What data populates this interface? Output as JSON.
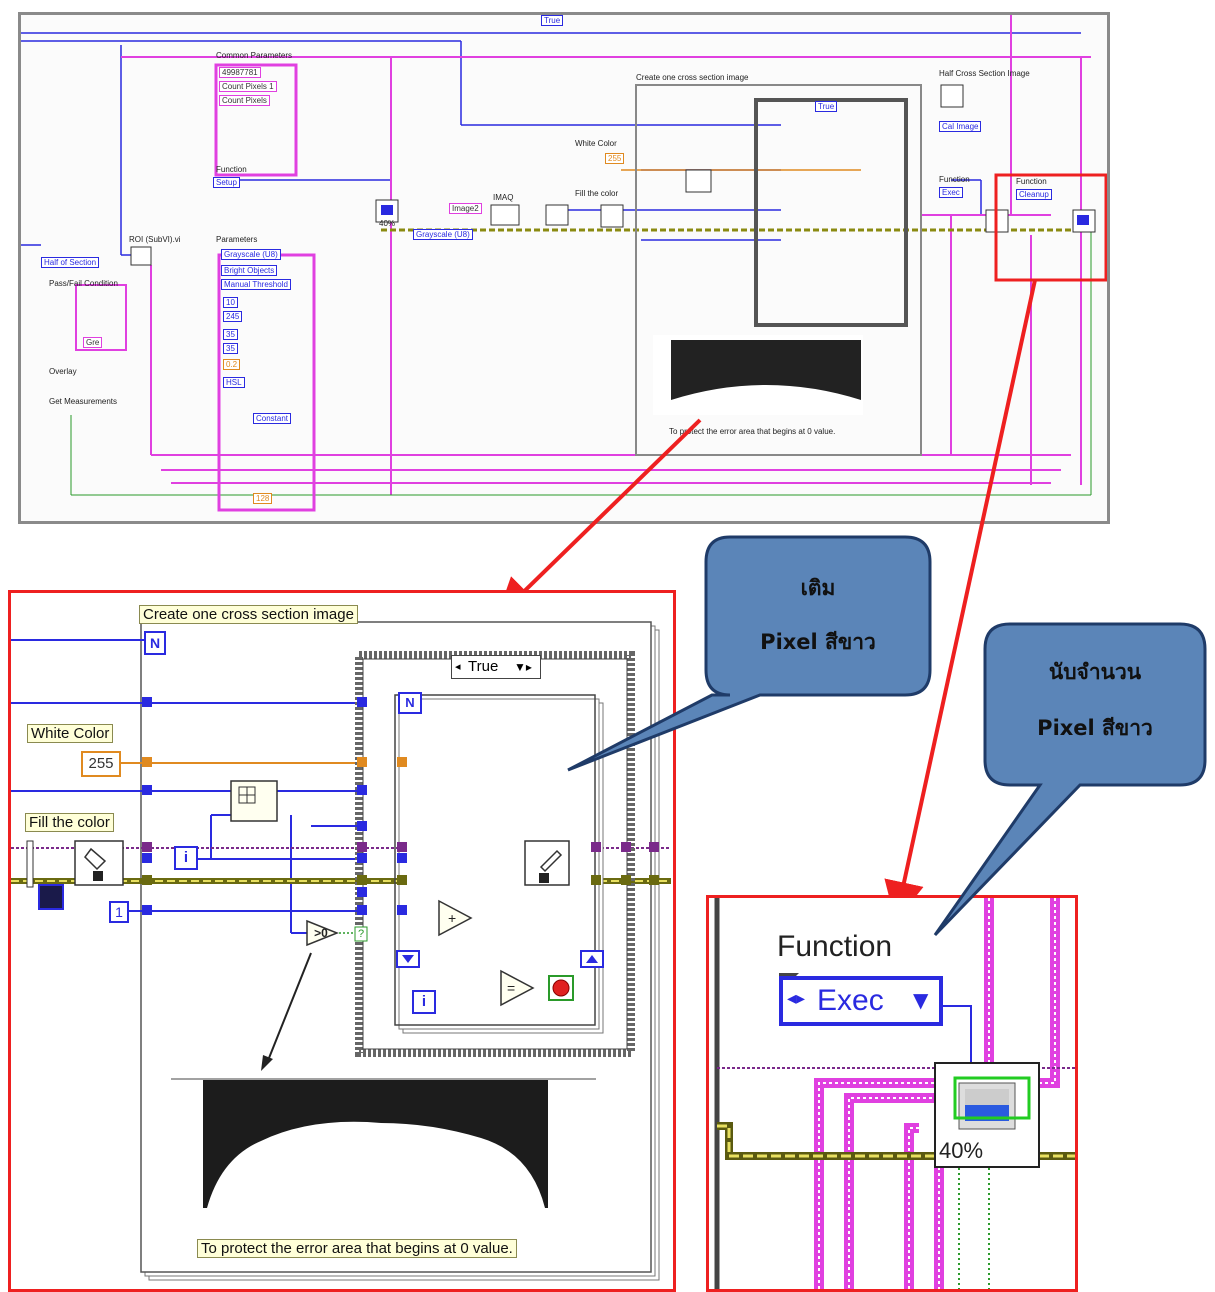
{
  "overview": {
    "case_selector": "True",
    "common_parameters_title": "Common Parameters",
    "common_parameters_items": [
      "49987781",
      "Count Pixels 1",
      "Count Pixels"
    ],
    "function_label_1": "Function",
    "function_value_1": "Setup",
    "roi_label": "ROI (SubVI).vi",
    "half_section": "Half of Section",
    "pass_fail": "Pass/Fail Condition",
    "pass_fail_value": "Gre",
    "overlay": "Overlay",
    "get_measurements": "Get Measurements",
    "parameters_title": "Parameters",
    "parameters_items": [
      "Grayscale (U8)",
      "Bright Objects",
      "Manual Threshold"
    ],
    "parameters_numbers": [
      "10",
      "245",
      "35",
      "35",
      "0.2"
    ],
    "hsl": "HSL",
    "constant": "Constant",
    "num_128": "128",
    "image2": "Image2",
    "imaq": "IMAQ",
    "grayscale": "Grayscale (U8)",
    "white_color": "White Color",
    "num_255": "255",
    "fill_color": "Fill the color",
    "create_cross": "Create one cross section image",
    "inner_case": "True",
    "protect_note": "To protect the error area that begins at 0 value.",
    "half_cross_title": "Half Cross Section Image",
    "cal_image": "Cal Image",
    "function_label_2": "Function",
    "function_value_2": "Exec",
    "function_label_3": "Function",
    "function_value_3": "Cleanup",
    "progress_small": "40%"
  },
  "zoom_left": {
    "create_cross": "Create one cross section image",
    "n_terminal": "N",
    "white_color": "White Color",
    "num_255": "255",
    "fill_color": "Fill the color",
    "case_selector": "True",
    "i_terminal": "i",
    "num_1": "1",
    "gt_zero": ">0",
    "q_mark": "?",
    "protect_note": "To protect the error area that begins at 0 value."
  },
  "zoom_right": {
    "function_label": "Function",
    "function_value": "Exec",
    "progress": "40%"
  },
  "callouts": {
    "fill_line1": "เติม",
    "fill_line2": "Pixel สีขาว",
    "count_line1": "นับจำนวน",
    "count_line2": "Pixel สีขาว"
  },
  "colors": {
    "red_frame": "#ee2020",
    "blue_wire": "#2a2ae0",
    "pink_wire": "#e040e0",
    "orange_wire": "#e08a20",
    "callout_fill": "#5b85b8",
    "green_highlight": "#22cc22"
  }
}
